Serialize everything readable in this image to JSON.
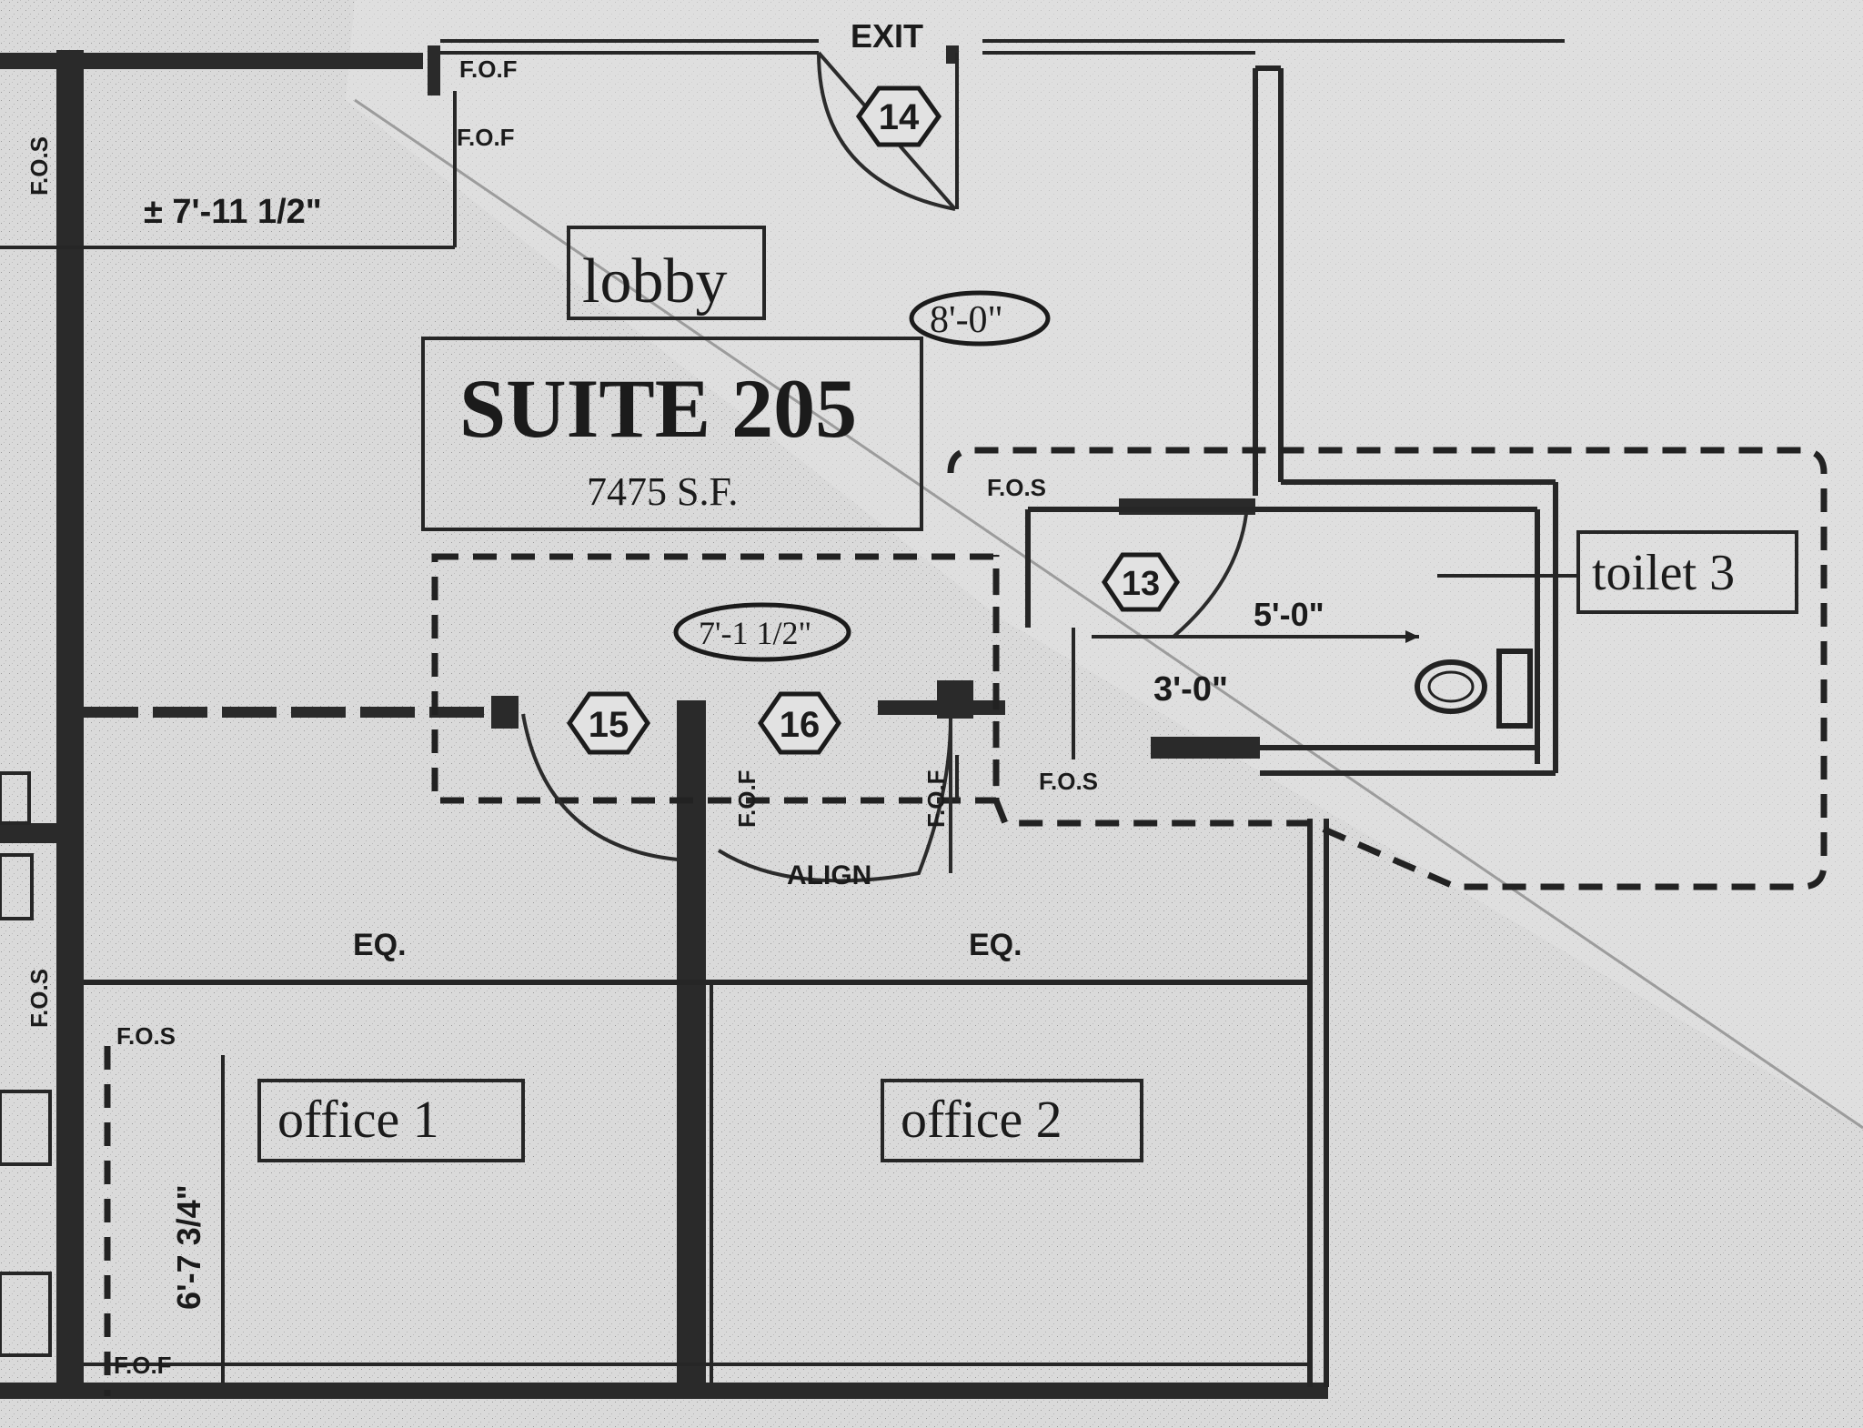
{
  "plan": {
    "exit_label": "EXIT",
    "lobby_label": "lobby",
    "suite_title": "SUITE 205",
    "suite_area": "7475 S.F.",
    "rooms": {
      "office1": "office 1",
      "office2": "office 2",
      "toilet": "toilet 3"
    },
    "dimensions": {
      "top_left": "± 7'-11 1/2\"",
      "lobby_ceiling": "8'-0\"",
      "vestibule": "7'-1 1/2\"",
      "toilet_width": "5'-0\"",
      "toilet_depth": "3'-0\"",
      "left_vertical": "6'-7 3/4\""
    },
    "door_tags": {
      "d13": "13",
      "d14": "14",
      "d15": "15",
      "d16": "16"
    },
    "notes": {
      "fof": "F.O.F",
      "fos": "F.O.S",
      "eq": "EQ.",
      "align": "ALIGN"
    }
  }
}
